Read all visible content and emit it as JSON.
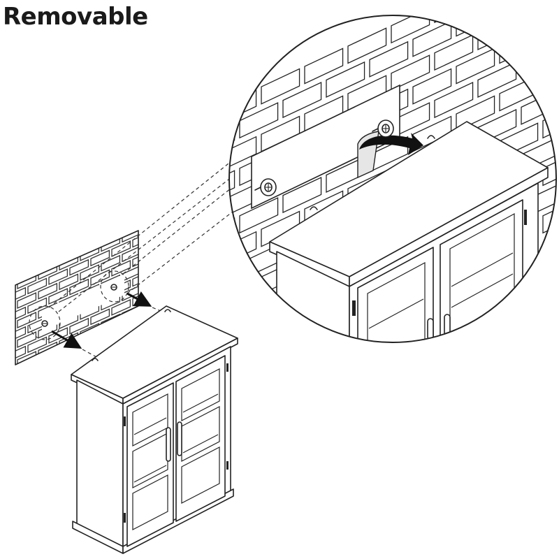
{
  "title": "Removable",
  "colors": {
    "line": "#222222",
    "background": "#ffffff",
    "accent": "#111111"
  },
  "icons": [
    "brick-wall",
    "wall-cleat",
    "mounting-screw",
    "cabinet",
    "arrow"
  ]
}
